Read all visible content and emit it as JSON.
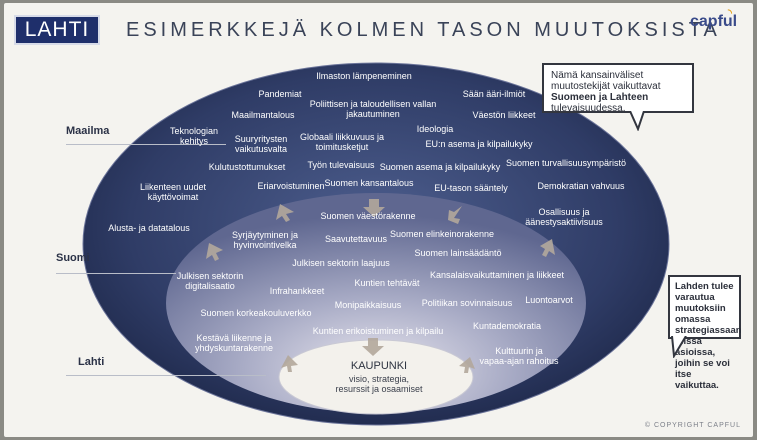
{
  "header": {
    "logo_left": "LAHTI",
    "title": "ESIMERKKEJÄ KOLMEN TASON MUUTOKSISTA",
    "logo_right": "capful"
  },
  "levels": [
    "Maailma",
    "Suomi",
    "Lahti"
  ],
  "world_items": [
    "Ilmaston lämpeneminen",
    "Pandemiat",
    "Poliittisen ja taloudellisen vallan\njakautuminen",
    "Sään ääri-ilmiöt",
    "Maailmantalous",
    "Väestön liikkeet",
    "Teknologian\nkehitys",
    "Ideologia",
    "Suuryritysten\nvaikutusvalta",
    "Globaali liikkuvuus ja\ntoimitusketjut",
    "EU:n asema ja kilpailukyky",
    "Kulutustottumukset",
    "Työn tulevaisuus",
    "Suomen asema ja kilpailukyky",
    "Suomen turvallisuusympäristö",
    "Liikenteen uudet\nkäyttövoimat",
    "Eriarvoistuminen",
    "Suomen kansantalous",
    "EU-tason sääntely",
    "Demokratian vahvuus",
    "Alusta- ja datatalous",
    "Osallisuus ja\näänestysaktiivisuus"
  ],
  "finland_items": [
    "Suomen väestörakenne",
    "Syrjäytyminen ja\nhyvinvointivelka",
    "Saavutettavuus",
    "Suomen elinkeinorakenne",
    "Suomen lainsäädäntö",
    "Julkisen sektorin laajuus",
    "Julkisen sektorin\ndigitalisaatio",
    "Kuntien tehtävät",
    "Kansalaisvaikuttaminen ja liikkeet",
    "Infrahankkeet",
    "Monipaikkaisuus",
    "Politiikan sovinnaisuus",
    "Luontoarvot",
    "Suomen korkeakouluverkko",
    "Kuntademokratia"
  ],
  "lahti_items": [
    "Kestävä liikenne ja\nyhdyskuntarakenne",
    "Kuntien erikoistuminen ja kilpailu",
    "Kulttuurin ja\nvapaa-ajan rahoitus"
  ],
  "core": {
    "title": "KAUPUNKI",
    "text": "visio, strategia,\nresurssit ja osaamiset"
  },
  "callout_top": {
    "line1": "Nämä kansainväliset",
    "line2": "muutostekijät vaikuttavat",
    "line3_bold": "Suomeen ja Lahteen",
    "line4": "tulevaisuudessa."
  },
  "callout_bottom": "Lahden tulee varautua muutoksiin omassa strategiassaan niissä asioissa, joihin se voi itse vaikuttaa.",
  "copyright": "© COPYRIGHT CAPFUL",
  "colors": {
    "outer_ellipse": "#2c3a63",
    "inner_ellipse": "#9a9fbd",
    "core_fill": "#f3f1ec",
    "brand_blue": "#1f2f6b"
  }
}
